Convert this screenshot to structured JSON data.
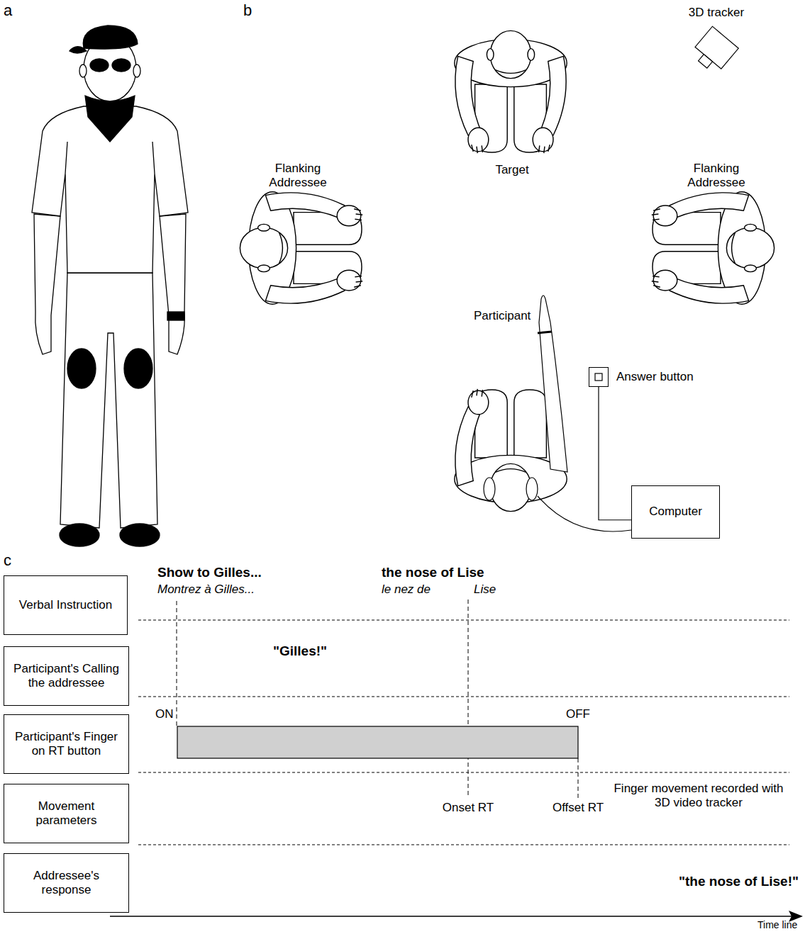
{
  "diagram": {
    "nodes": [
      {
        "text": [
          "Answer button"
        ]
      },
      {
        "text": [
          "Computer"
        ]
      },
      {
        "text": [
          "Verbal Instruction"
        ]
      },
      {
        "text": [
          "Participant's Calling the addressee"
        ]
      },
      {
        "text": [
          "Participant's Finger on RT button"
        ]
      },
      {
        "text": [
          "Movement parameters"
        ]
      },
      {
        "text": [
          "Addressee's response"
        ]
      }
    ],
    "edges": [
      {
        "from": 0,
        "to": 1,
        "arrow": "none"
      }
    ],
    "labels": [
      "a",
      "b",
      "3D tracker",
      "Flanking Addressee",
      "Target",
      "Flanking Addressee",
      "Participant",
      "c",
      "Show to Gilles...",
      "Montrez à Gilles...",
      "the nose of Lise",
      "le nez de",
      "Lise",
      "\"Gilles!\"",
      "ON",
      "OFF",
      "Onset RT",
      "Offset RT",
      "Finger movement recorded with 3D video tracker",
      "\"the nose of Lise!\"",
      "Time line"
    ]
  }
}
